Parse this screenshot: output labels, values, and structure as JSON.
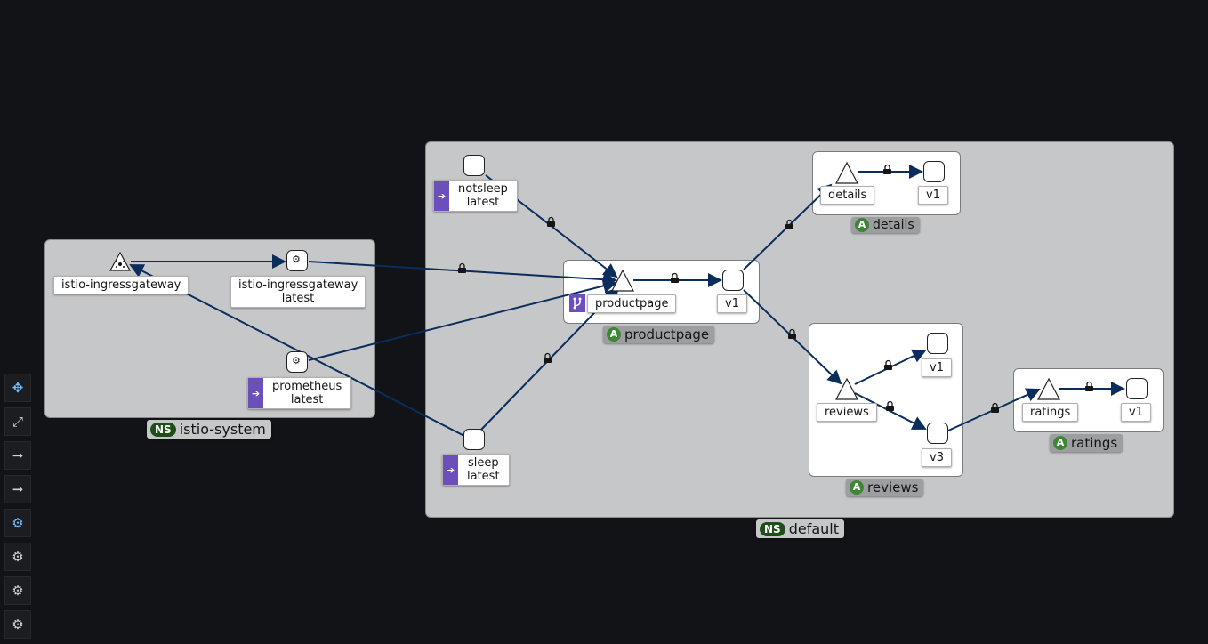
{
  "namespaces": {
    "istio_system": {
      "badge": "NS",
      "name": "istio-system"
    },
    "default": {
      "badge": "NS",
      "name": "default"
    }
  },
  "apps": {
    "productpage": {
      "badge": "A",
      "name": "productpage"
    },
    "details": {
      "badge": "A",
      "name": "details"
    },
    "reviews": {
      "badge": "A",
      "name": "reviews"
    },
    "ratings": {
      "badge": "A",
      "name": "ratings"
    }
  },
  "nodes": {
    "ingress_service": "istio-ingressgateway",
    "ingress_workload": {
      "name": "istio-ingressgateway",
      "version": "latest"
    },
    "prometheus": {
      "name": "prometheus",
      "version": "latest"
    },
    "notsleep": {
      "name": "notsleep",
      "version": "latest"
    },
    "sleep": {
      "name": "sleep",
      "version": "latest"
    },
    "productpage_service": "productpage",
    "productpage_v1": "v1",
    "details_service": "details",
    "details_v1": "v1",
    "reviews_service": "reviews",
    "reviews_v1": "v1",
    "reviews_v3": "v3",
    "ratings_service": "ratings",
    "ratings_v1": "v1"
  },
  "colors": {
    "edge": "#0b2d5c",
    "workload_badge": "#6b4fbb",
    "app_badge": "#3e8635",
    "ns_badge": "#1e4f18",
    "background": "#121316"
  },
  "toolbar": [
    "move-icon",
    "fit-icon",
    "arrow-right-icon",
    "arrow-right-icon",
    "layout-1-icon",
    "layout-2-icon",
    "layout-3-icon",
    "layout-4-icon"
  ]
}
